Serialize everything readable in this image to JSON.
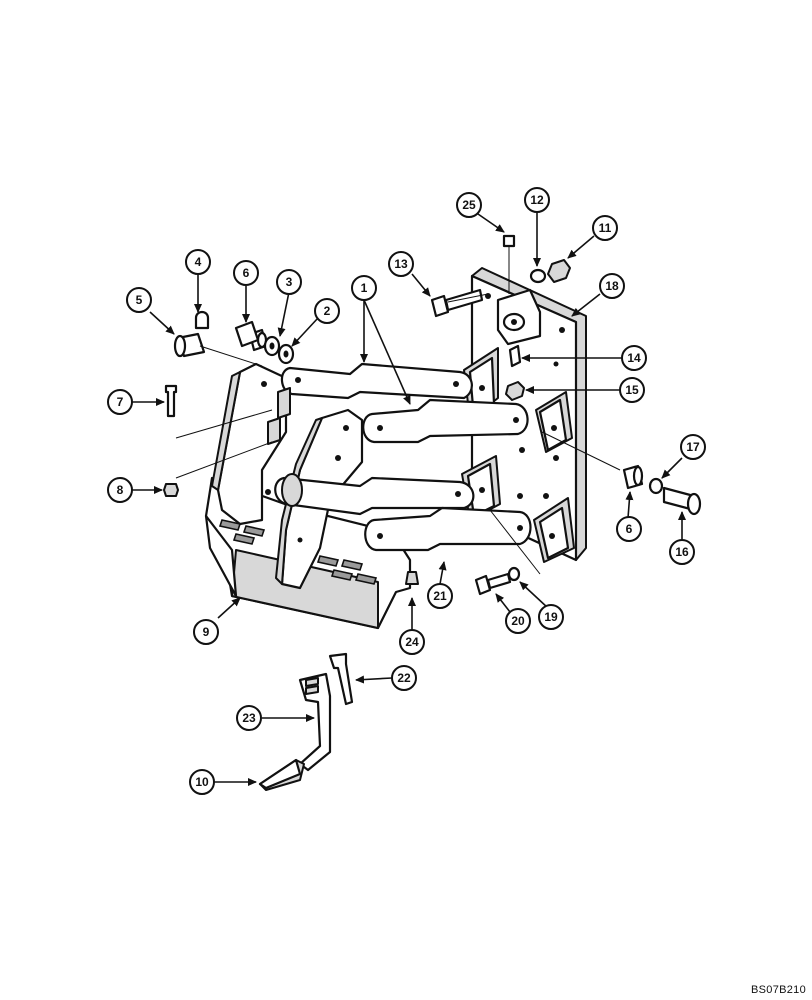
{
  "reference_code": "BS07B210",
  "callouts": {
    "c1": "1",
    "c2": "2",
    "c3": "3",
    "c4": "4",
    "c5": "5",
    "c6a": "6",
    "c6b": "6",
    "c7": "7",
    "c8": "8",
    "c9": "9",
    "c10": "10",
    "c11": "11",
    "c12": "12",
    "c13": "13",
    "c14": "14",
    "c15": "15",
    "c16": "16",
    "c17": "17",
    "c18": "18",
    "c19": "19",
    "c20": "20",
    "c21": "21",
    "c22": "22",
    "c23": "23",
    "c24": "24",
    "c25": "25"
  }
}
